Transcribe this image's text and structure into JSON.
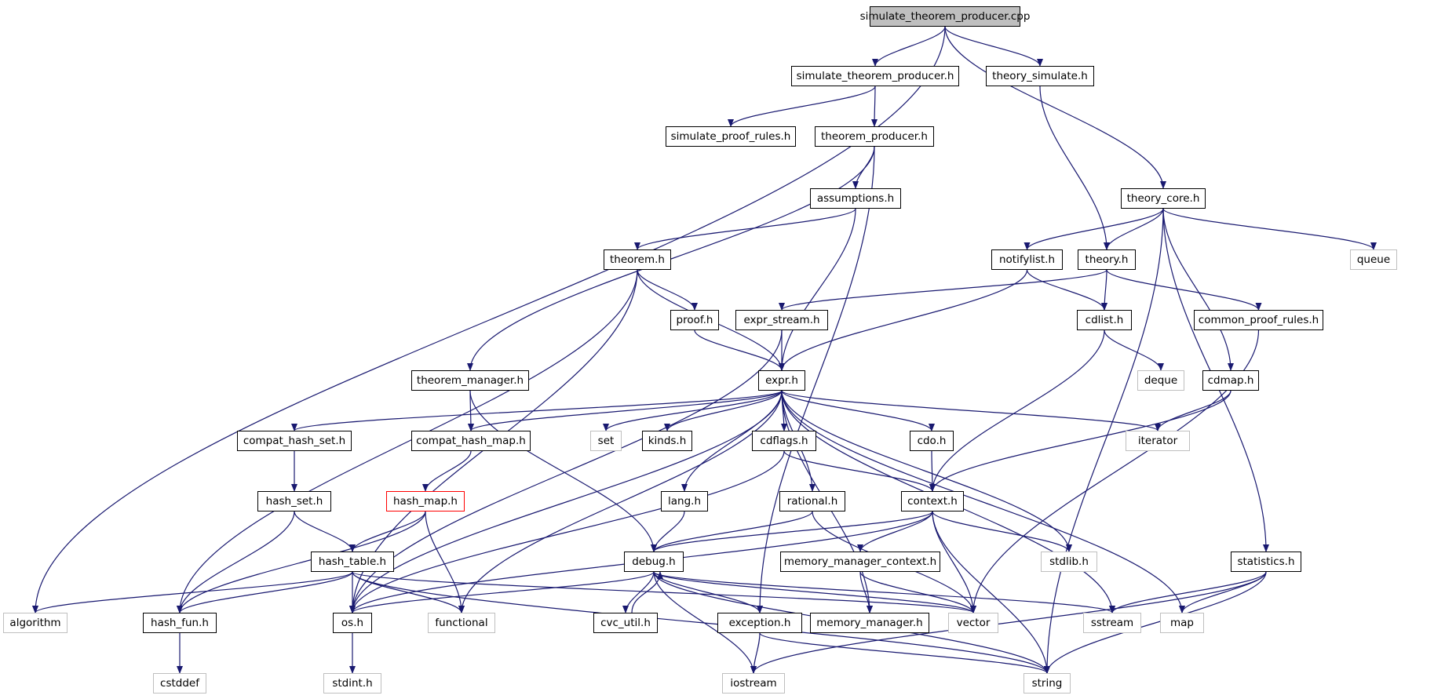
{
  "graph": {
    "edge_color": "#191970",
    "nodes": [
      {
        "id": "simulate_theorem_producer_cpp",
        "label": "simulate_theorem_producer.cpp",
        "style": "root"
      },
      {
        "id": "simulate_theorem_producer_h",
        "label": "simulate_theorem_producer.h",
        "style": "normal"
      },
      {
        "id": "theory_simulate_h",
        "label": "theory_simulate.h",
        "style": "normal"
      },
      {
        "id": "simulate_proof_rules_h",
        "label": "simulate_proof_rules.h",
        "style": "normal"
      },
      {
        "id": "theorem_producer_h",
        "label": "theorem_producer.h",
        "style": "normal"
      },
      {
        "id": "theory_core_h",
        "label": "theory_core.h",
        "style": "normal"
      },
      {
        "id": "assumptions_h",
        "label": "assumptions.h",
        "style": "normal"
      },
      {
        "id": "theorem_h",
        "label": "theorem.h",
        "style": "normal"
      },
      {
        "id": "notifylist_h",
        "label": "notifylist.h",
        "style": "normal"
      },
      {
        "id": "theory_h",
        "label": "theory.h",
        "style": "normal"
      },
      {
        "id": "queue",
        "label": "queue",
        "style": "external"
      },
      {
        "id": "proof_h",
        "label": "proof.h",
        "style": "normal"
      },
      {
        "id": "expr_stream_h",
        "label": "expr_stream.h",
        "style": "normal"
      },
      {
        "id": "cdlist_h",
        "label": "cdlist.h",
        "style": "normal"
      },
      {
        "id": "common_proof_rules_h",
        "label": "common_proof_rules.h",
        "style": "normal"
      },
      {
        "id": "theorem_manager_h",
        "label": "theorem_manager.h",
        "style": "normal"
      },
      {
        "id": "expr_h",
        "label": "expr.h",
        "style": "normal"
      },
      {
        "id": "deque",
        "label": "deque",
        "style": "external"
      },
      {
        "id": "cdmap_h",
        "label": "cdmap.h",
        "style": "normal"
      },
      {
        "id": "compat_hash_set_h",
        "label": "compat_hash_set.h",
        "style": "normal"
      },
      {
        "id": "compat_hash_map_h",
        "label": "compat_hash_map.h",
        "style": "normal"
      },
      {
        "id": "set",
        "label": "set",
        "style": "external"
      },
      {
        "id": "kinds_h",
        "label": "kinds.h",
        "style": "normal"
      },
      {
        "id": "cdflags_h",
        "label": "cdflags.h",
        "style": "normal"
      },
      {
        "id": "cdo_h",
        "label": "cdo.h",
        "style": "normal"
      },
      {
        "id": "iterator",
        "label": "iterator",
        "style": "external"
      },
      {
        "id": "hash_set_h",
        "label": "hash_set.h",
        "style": "normal"
      },
      {
        "id": "hash_map_h",
        "label": "hash_map.h",
        "style": "red"
      },
      {
        "id": "lang_h",
        "label": "lang.h",
        "style": "normal"
      },
      {
        "id": "rational_h",
        "label": "rational.h",
        "style": "normal"
      },
      {
        "id": "context_h",
        "label": "context.h",
        "style": "normal"
      },
      {
        "id": "hash_table_h",
        "label": "hash_table.h",
        "style": "normal"
      },
      {
        "id": "debug_h",
        "label": "debug.h",
        "style": "normal"
      },
      {
        "id": "memory_manager_context_h",
        "label": "memory_manager_context.h",
        "style": "normal"
      },
      {
        "id": "stdlib_h",
        "label": "stdlib.h",
        "style": "external"
      },
      {
        "id": "statistics_h",
        "label": "statistics.h",
        "style": "normal"
      },
      {
        "id": "algorithm",
        "label": "algorithm",
        "style": "external"
      },
      {
        "id": "hash_fun_h",
        "label": "hash_fun.h",
        "style": "normal"
      },
      {
        "id": "os_h",
        "label": "os.h",
        "style": "normal"
      },
      {
        "id": "functional",
        "label": "functional",
        "style": "external"
      },
      {
        "id": "cvc_util_h",
        "label": "cvc_util.h",
        "style": "normal"
      },
      {
        "id": "exception_h",
        "label": "exception.h",
        "style": "normal"
      },
      {
        "id": "memory_manager_h",
        "label": "memory_manager.h",
        "style": "normal"
      },
      {
        "id": "vector",
        "label": "vector",
        "style": "external"
      },
      {
        "id": "sstream",
        "label": "sstream",
        "style": "external"
      },
      {
        "id": "map",
        "label": "map",
        "style": "external"
      },
      {
        "id": "cstddef",
        "label": "cstddef",
        "style": "external"
      },
      {
        "id": "stdint_h",
        "label": "stdint.h",
        "style": "external"
      },
      {
        "id": "iostream",
        "label": "iostream",
        "style": "external"
      },
      {
        "id": "string",
        "label": "string",
        "style": "external"
      }
    ],
    "edges": [
      [
        "simulate_theorem_producer_cpp",
        "simulate_theorem_producer_h"
      ],
      [
        "simulate_theorem_producer_cpp",
        "theory_simulate_h"
      ],
      [
        "simulate_theorem_producer_cpp",
        "theory_core_h"
      ],
      [
        "simulate_theorem_producer_cpp",
        "algorithm"
      ],
      [
        "simulate_theorem_producer_h",
        "simulate_proof_rules_h"
      ],
      [
        "simulate_theorem_producer_h",
        "theorem_producer_h"
      ],
      [
        "theory_simulate_h",
        "theory_h"
      ],
      [
        "theorem_producer_h",
        "assumptions_h"
      ],
      [
        "theorem_producer_h",
        "theorem_manager_h"
      ],
      [
        "theorem_producer_h",
        "exception_h"
      ],
      [
        "assumptions_h",
        "theorem_h"
      ],
      [
        "assumptions_h",
        "expr_h"
      ],
      [
        "theorem_h",
        "proof_h"
      ],
      [
        "theorem_h",
        "expr_h"
      ],
      [
        "theorem_h",
        "hash_fun_h"
      ],
      [
        "theorem_h",
        "os_h"
      ],
      [
        "proof_h",
        "expr_h"
      ],
      [
        "theory_core_h",
        "notifylist_h"
      ],
      [
        "theory_core_h",
        "theory_h"
      ],
      [
        "theory_core_h",
        "queue"
      ],
      [
        "theory_core_h",
        "cdmap_h"
      ],
      [
        "theory_core_h",
        "statistics_h"
      ],
      [
        "theory_core_h",
        "string"
      ],
      [
        "notifylist_h",
        "cdlist_h"
      ],
      [
        "notifylist_h",
        "expr_h"
      ],
      [
        "theory_h",
        "expr_stream_h"
      ],
      [
        "theory_h",
        "cdlist_h"
      ],
      [
        "theory_h",
        "common_proof_rules_h"
      ],
      [
        "expr_stream_h",
        "expr_h"
      ],
      [
        "expr_stream_h",
        "os_h"
      ],
      [
        "cdlist_h",
        "deque"
      ],
      [
        "cdlist_h",
        "context_h"
      ],
      [
        "common_proof_rules_h",
        "vector"
      ],
      [
        "cdmap_h",
        "iterator"
      ],
      [
        "cdmap_h",
        "context_h"
      ],
      [
        "theorem_manager_h",
        "compat_hash_map_h"
      ],
      [
        "theorem_manager_h",
        "debug_h"
      ],
      [
        "expr_h",
        "compat_hash_set_h"
      ],
      [
        "expr_h",
        "compat_hash_map_h"
      ],
      [
        "expr_h",
        "set"
      ],
      [
        "expr_h",
        "kinds_h"
      ],
      [
        "expr_h",
        "cdflags_h"
      ],
      [
        "expr_h",
        "cdo_h"
      ],
      [
        "expr_h",
        "iterator"
      ],
      [
        "expr_h",
        "lang_h"
      ],
      [
        "expr_h",
        "rational_h"
      ],
      [
        "expr_h",
        "os_h"
      ],
      [
        "expr_h",
        "functional"
      ],
      [
        "expr_h",
        "memory_manager_h"
      ],
      [
        "expr_h",
        "stdlib_h"
      ],
      [
        "expr_h",
        "sstream"
      ],
      [
        "expr_h",
        "map"
      ],
      [
        "compat_hash_set_h",
        "hash_set_h"
      ],
      [
        "compat_hash_map_h",
        "hash_map_h"
      ],
      [
        "hash_set_h",
        "hash_table_h"
      ],
      [
        "hash_set_h",
        "hash_fun_h"
      ],
      [
        "hash_map_h",
        "hash_table_h"
      ],
      [
        "hash_map_h",
        "hash_fun_h"
      ],
      [
        "hash_map_h",
        "functional"
      ],
      [
        "cdflags_h",
        "context_h"
      ],
      [
        "cdflags_h",
        "os_h"
      ],
      [
        "cdo_h",
        "context_h"
      ],
      [
        "lang_h",
        "debug_h"
      ],
      [
        "rational_h",
        "debug_h"
      ],
      [
        "rational_h",
        "vector"
      ],
      [
        "context_h",
        "debug_h"
      ],
      [
        "context_h",
        "memory_manager_context_h"
      ],
      [
        "context_h",
        "vector"
      ],
      [
        "context_h",
        "stdlib_h"
      ],
      [
        "context_h",
        "string"
      ],
      [
        "context_h",
        "os_h"
      ],
      [
        "hash_table_h",
        "algorithm"
      ],
      [
        "hash_table_h",
        "hash_fun_h"
      ],
      [
        "hash_table_h",
        "os_h"
      ],
      [
        "hash_table_h",
        "functional"
      ],
      [
        "hash_table_h",
        "vector"
      ],
      [
        "hash_table_h",
        "string"
      ],
      [
        "debug_h",
        "os_h"
      ],
      [
        "debug_h",
        "cvc_util_h"
      ],
      [
        "cvc_util_h",
        "debug_h"
      ],
      [
        "debug_h",
        "exception_h"
      ],
      [
        "debug_h",
        "vector"
      ],
      [
        "debug_h",
        "sstream"
      ],
      [
        "debug_h",
        "iostream"
      ],
      [
        "debug_h",
        "string"
      ],
      [
        "memory_manager_context_h",
        "memory_manager_h"
      ],
      [
        "memory_manager_context_h",
        "vector"
      ],
      [
        "statistics_h",
        "sstream"
      ],
      [
        "statistics_h",
        "map"
      ],
      [
        "statistics_h",
        "iostream"
      ],
      [
        "statistics_h",
        "string"
      ],
      [
        "hash_fun_h",
        "cstddef"
      ],
      [
        "os_h",
        "stdint_h"
      ],
      [
        "exception_h",
        "iostream"
      ],
      [
        "exception_h",
        "string"
      ]
    ]
  }
}
